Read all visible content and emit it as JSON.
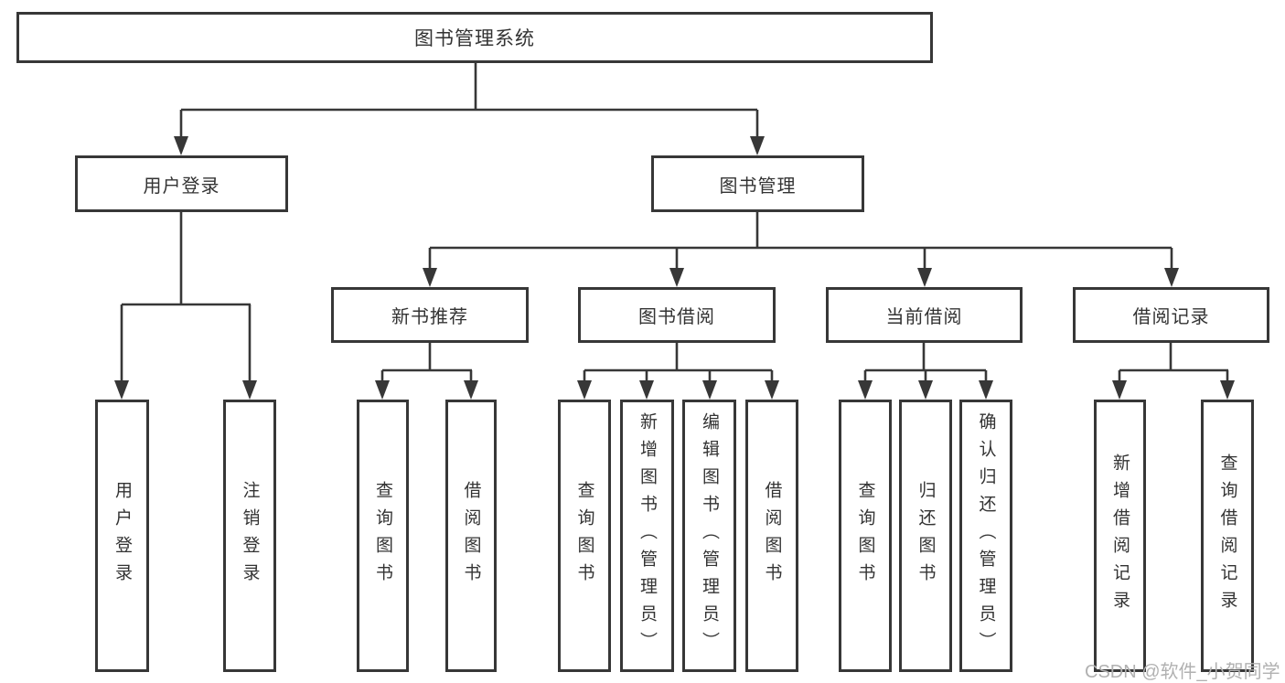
{
  "diagram": {
    "root": {
      "label": "图书管理系统",
      "children": [
        {
          "label": "用户登录",
          "children": [
            {
              "label": "用户登录"
            },
            {
              "label": "注销登录"
            }
          ]
        },
        {
          "label": "图书管理",
          "children": [
            {
              "label": "新书推荐",
              "children": [
                {
                  "label": "查询图书"
                },
                {
                  "label": "借阅图书"
                }
              ]
            },
            {
              "label": "图书借阅",
              "children": [
                {
                  "label": "查询图书"
                },
                {
                  "label": "新增图书（管理员）"
                },
                {
                  "label": "编辑图书（管理员）"
                },
                {
                  "label": "借阅图书"
                }
              ]
            },
            {
              "label": "当前借阅",
              "children": [
                {
                  "label": "查询图书"
                },
                {
                  "label": "归还图书"
                },
                {
                  "label": "确认归还（管理员）"
                }
              ]
            },
            {
              "label": "借阅记录",
              "children": [
                {
                  "label": "新增借阅记录"
                },
                {
                  "label": "查询借阅记录"
                }
              ]
            }
          ]
        }
      ]
    }
  },
  "watermark": {
    "text": "CSDN @软件_小贺同学"
  },
  "colors": {
    "line": "#373737",
    "text": "#333333",
    "box_background": "#ffffff",
    "watermark": "#b1b1b1",
    "page_background": "#ffffff"
  }
}
